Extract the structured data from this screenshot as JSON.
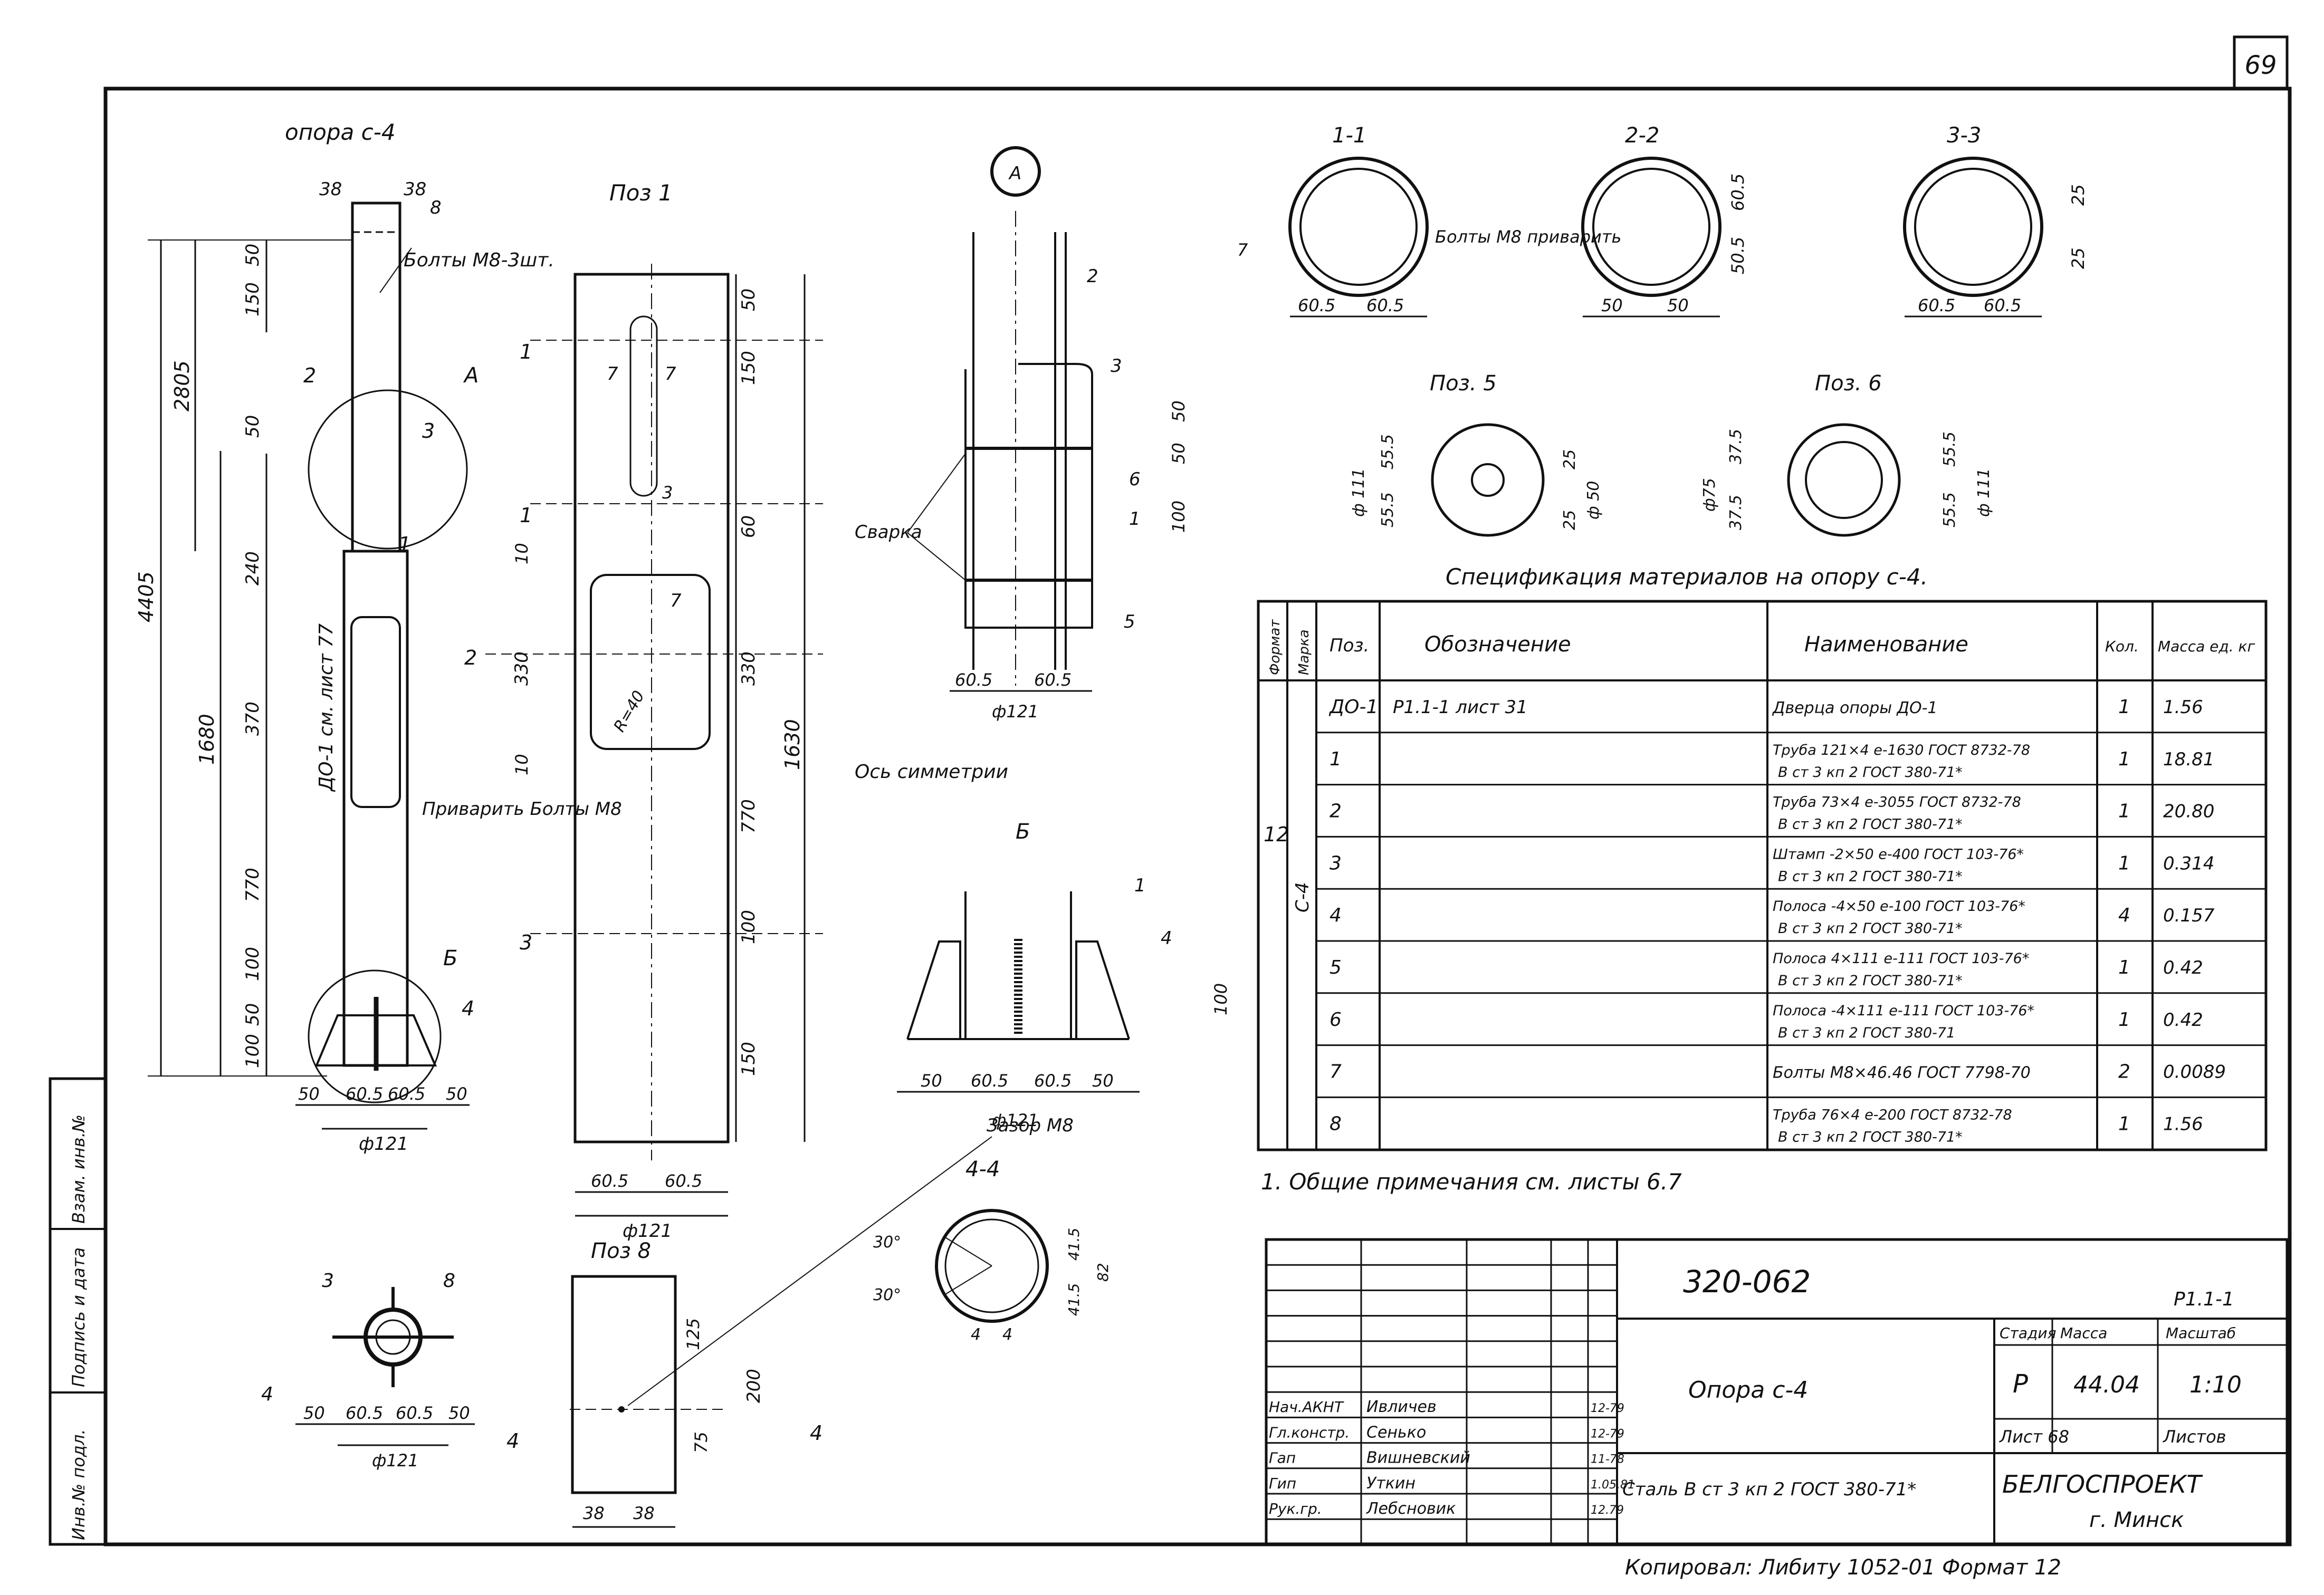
{
  "sheet": {
    "number": "69",
    "copy_line": "Копировал: Либиту 1052-01 Формат 12"
  },
  "views": {
    "support": {
      "title": "опора с-4",
      "dims": {
        "top_a": "38",
        "top_b": "38",
        "d8": "8",
        "total": "4405",
        "upper": "2805",
        "lower": "1680",
        "d150": "150",
        "d50a": "50",
        "d50b": "50",
        "d240": "240",
        "d370": "370",
        "d770": "770",
        "d100": "100",
        "d50c": "50",
        "d100b": "100",
        "b50a": "50",
        "b605a": "60.5",
        "b605b": "60.5",
        "b50b": "50",
        "bdia": "ф121"
      },
      "labels": {
        "bolts": "Болты М8-3шт.",
        "door": "ДО-1 см. лист 77",
        "weld": "Приварить Болты М8",
        "l1": "1",
        "l2": "2",
        "l3": "3",
        "l4": "4",
        "la": "А",
        "lb": "Б"
      }
    },
    "pos1": {
      "title": "Поз 1",
      "dims": {
        "d50": "50",
        "d150": "150",
        "d60": "60",
        "d10a": "10",
        "d330": "330",
        "d10b": "10",
        "d770": "770",
        "d100": "100",
        "d150b": "150",
        "total": "1630",
        "w1": "60.5",
        "w2": "60.5",
        "dia": "ф121",
        "r40": "R=40",
        "n7a": "7",
        "n7b": "7",
        "n3": "3",
        "n1": "1",
        "n2": "2",
        "n3b": "3",
        "n7c": "7"
      }
    },
    "detail_a": {
      "title": "А",
      "dims": {
        "d50a": "50",
        "d50b": "50",
        "d100": "100",
        "w1": "60.5",
        "w2": "60.5",
        "dia": "ф121"
      },
      "labels": {
        "weld": "Сварка",
        "axis": "Ось симметрии",
        "p2": "2",
        "p3": "3",
        "p6": "6",
        "p1": "1",
        "p5": "5"
      }
    },
    "detail_b": {
      "title": "Б",
      "dims": {
        "d50a": "50",
        "w1": "60.5",
        "w2": "60.5",
        "d50b": "50",
        "dia": "ф121",
        "h": "100"
      },
      "labels": {
        "p1": "1",
        "p4": "4"
      }
    },
    "sec11": {
      "title": "1-1",
      "dims": {
        "a": "60.5",
        "b": "60.5",
        "h": "7"
      },
      "note": "Болты М8 приварить"
    },
    "sec22": {
      "title": "2-2",
      "dims": {
        "a": "50",
        "b": "50",
        "h1": "60.5",
        "h2": "50.5"
      }
    },
    "sec33": {
      "title": "3-3",
      "dims": {
        "a": "60.5",
        "b": "60.5",
        "h1": "25",
        "h2": "25"
      }
    },
    "pos5": {
      "title": "Поз. 5",
      "dims": {
        "outer": "ф 111",
        "h1": "55.5",
        "h2": "55.5",
        "d25a": "25",
        "d25b": "25",
        "inner": "ф 50"
      }
    },
    "pos6": {
      "title": "Поз. 6",
      "dims": {
        "outer": "ф 111",
        "h1": "55.5",
        "h2": "55.5",
        "d375a": "37.5",
        "d375b": "37.5",
        "inner": "ф75"
      }
    },
    "pos8": {
      "title": "Поз 8",
      "dims": {
        "h": "200",
        "h1": "125",
        "h2": "75",
        "w1": "38",
        "w2": "38"
      },
      "labels": {
        "s4a": "4",
        "s4b": "4"
      }
    },
    "sec44": {
      "title": "4-4",
      "dims": {
        "ang1": "30°",
        "ang2": "30°",
        "h1": "41.5",
        "h2": "41.5",
        "h": "82",
        "n4a": "4",
        "n4b": "4"
      },
      "labels": {
        "zaz": "Зазор М8"
      }
    },
    "plan": {
      "dims": {
        "a": "50",
        "b": "60.5",
        "c": "60.5",
        "d": "50",
        "dia": "ф121"
      },
      "labels": {
        "p3": "3",
        "p8": "8",
        "p4": "4"
      }
    }
  },
  "spec": {
    "title": "Спецификация материалов на опору с-4.",
    "headers": [
      "Формат",
      "Марка",
      "Поз.",
      "Обозначение",
      "Наименование",
      "Кол.",
      "Масса ед. кг"
    ],
    "format_val": "12",
    "mark_val": "С-4",
    "rows": [
      {
        "pos": "ДО-1",
        "ref": "Р1.1-1 лист 31",
        "name1": "Дверца опоры ДО-1",
        "name2": "",
        "qty": "1",
        "mass": "1.56"
      },
      {
        "pos": "1",
        "ref": "",
        "name1": "Труба 121×4 е-1630 ГОСТ 8732-78",
        "name2": "В ст 3 кп 2 ГОСТ 380-71*",
        "qty": "1",
        "mass": "18.81"
      },
      {
        "pos": "2",
        "ref": "",
        "name1": "Труба 73×4 е-3055 ГОСТ 8732-78",
        "name2": "В ст 3 кп 2 ГОСТ 380-71*",
        "qty": "1",
        "mass": "20.80"
      },
      {
        "pos": "3",
        "ref": "",
        "name1": "Штамп -2×50 е-400 ГОСТ 103-76*",
        "name2": "В ст 3 кп 2 ГОСТ 380-71*",
        "qty": "1",
        "mass": "0.314"
      },
      {
        "pos": "4",
        "ref": "",
        "name1": "Полоса -4×50 е-100 ГОСТ 103-76*",
        "name2": "В ст 3 кп 2 ГОСТ 380-71*",
        "qty": "4",
        "mass": "0.157"
      },
      {
        "pos": "5",
        "ref": "",
        "name1": "Полоса 4×111 е-111 ГОСТ 103-76*",
        "name2": "В ст 3 кп 2 ГОСТ 380-71*",
        "qty": "1",
        "mass": "0.42"
      },
      {
        "pos": "6",
        "ref": "",
        "name1": "Полоса -4×111 е-111 ГОСТ 103-76*",
        "name2": "В ст 3 кп 2 ГОСТ 380-71",
        "qty": "1",
        "mass": "0.42"
      },
      {
        "pos": "7",
        "ref": "",
        "name1": "Болты М8×46.46 ГОСТ 7798-70",
        "name2": "",
        "qty": "2",
        "mass": "0.0089"
      },
      {
        "pos": "8",
        "ref": "",
        "name1": "Труба 76×4 е-200 ГОСТ 8732-78",
        "name2": "В ст 3 кп 2 ГОСТ 380-71*",
        "qty": "1",
        "mass": "1.56"
      }
    ],
    "note": "1. Общие примечания см. листы 6.7"
  },
  "stamp": {
    "code": "320-062",
    "ref": "Р1.1-1",
    "title": "Опора с-4",
    "material": "Сталь В ст 3 кп 2 ГОСТ 380-71*",
    "h_stage": "Стадия",
    "h_mass": "Масса",
    "h_scale": "Масштаб",
    "stage": "Р",
    "mass": "44.04",
    "scale": "1:10",
    "sheet": "Лист 68",
    "sheets": "Листов",
    "org1": "БЕЛГОСПРОЕКТ",
    "org2": "г. Минск",
    "roles": [
      {
        "role": "Нач.АКНТ",
        "name": "Ивличев",
        "date": "12-79"
      },
      {
        "role": "Гл.констр.",
        "name": "Сенько",
        "date": "12-79"
      },
      {
        "role": "Гап",
        "name": "Вишневский",
        "date": "11-78"
      },
      {
        "role": "Гип",
        "name": "Уткин",
        "date": "1.05.81"
      },
      {
        "role": "Рук.гр.",
        "name": "Лебсновик",
        "date": "12.79"
      }
    ],
    "side": [
      "Инв.№ подл.",
      "Подпись и дата",
      "Взам. инв.№"
    ]
  }
}
